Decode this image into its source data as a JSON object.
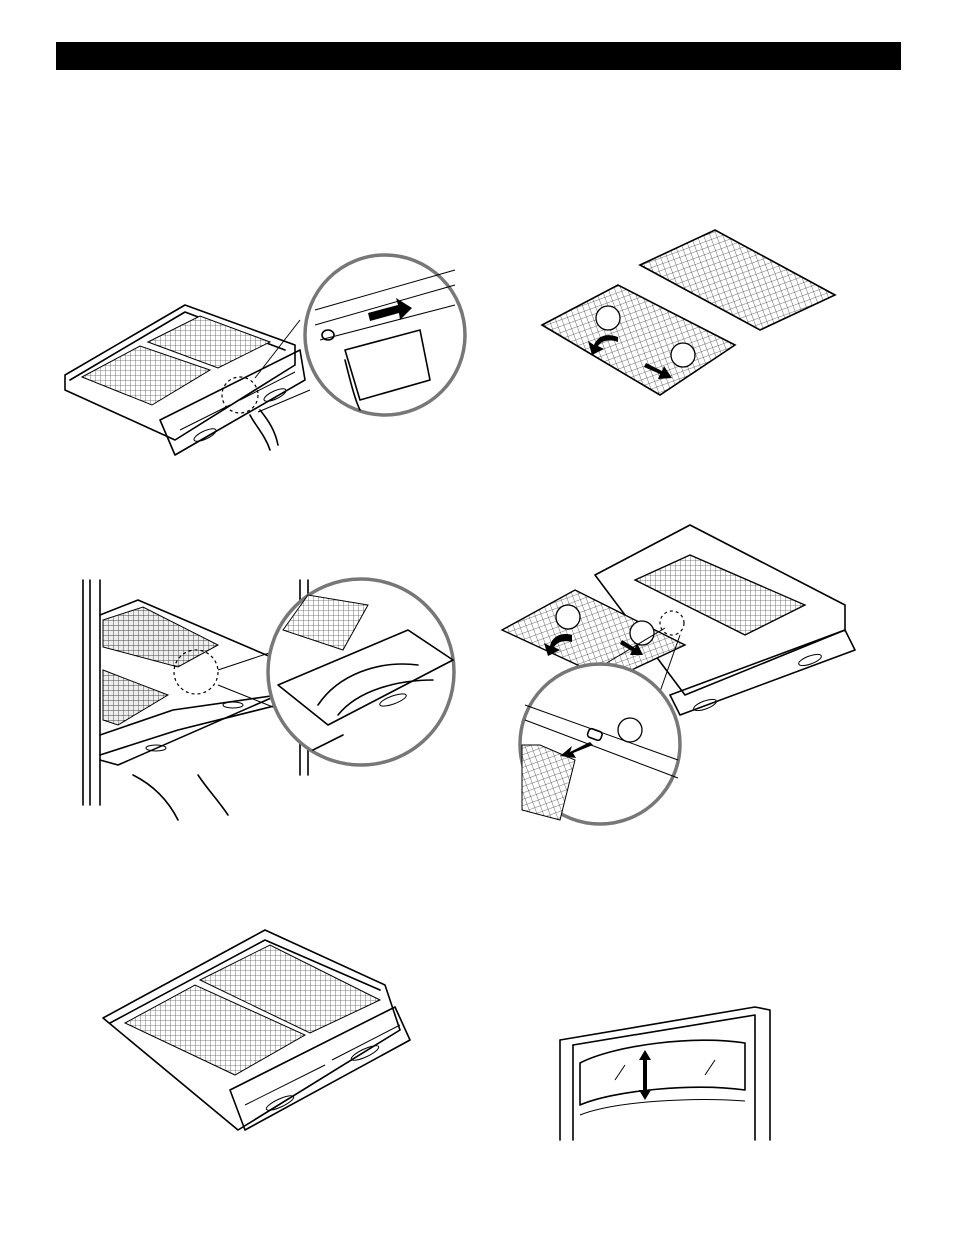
{
  "page": {
    "header_bar": "",
    "figures": [
      {
        "id": "fig-1",
        "badges": []
      },
      {
        "id": "fig-2",
        "badges": [
          "",
          ""
        ]
      },
      {
        "id": "fig-3",
        "badges": []
      },
      {
        "id": "fig-4",
        "badges": [
          "",
          "",
          ""
        ]
      },
      {
        "id": "fig-5",
        "badges": []
      },
      {
        "id": "fig-6",
        "badges": []
      }
    ]
  }
}
